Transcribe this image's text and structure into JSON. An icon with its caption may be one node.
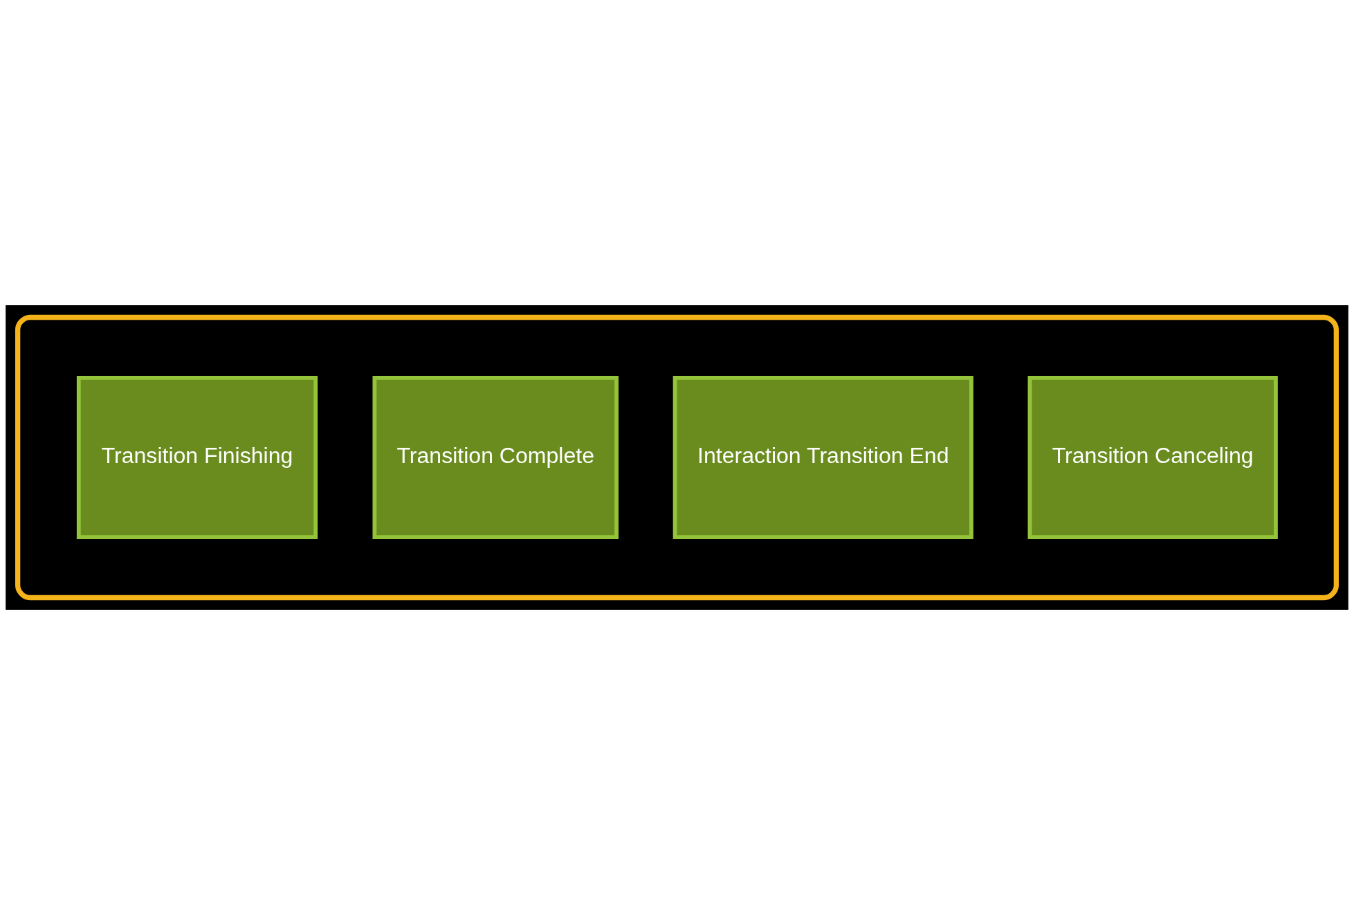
{
  "diagram": {
    "nodes": [
      {
        "text": [],
        "shape": "ellipse"
      },
      {
        "text": [
          "Transition Canceling"
        ],
        "in": 0
      },
      {
        "text": [
          "Interaction Transition End"
        ],
        "in": 0
      },
      {
        "text": [
          "Transition Complete"
        ],
        "in": 0
      },
      {
        "text": [
          "Transition Finishing"
        ],
        "in": 0
      }
    ]
  }
}
